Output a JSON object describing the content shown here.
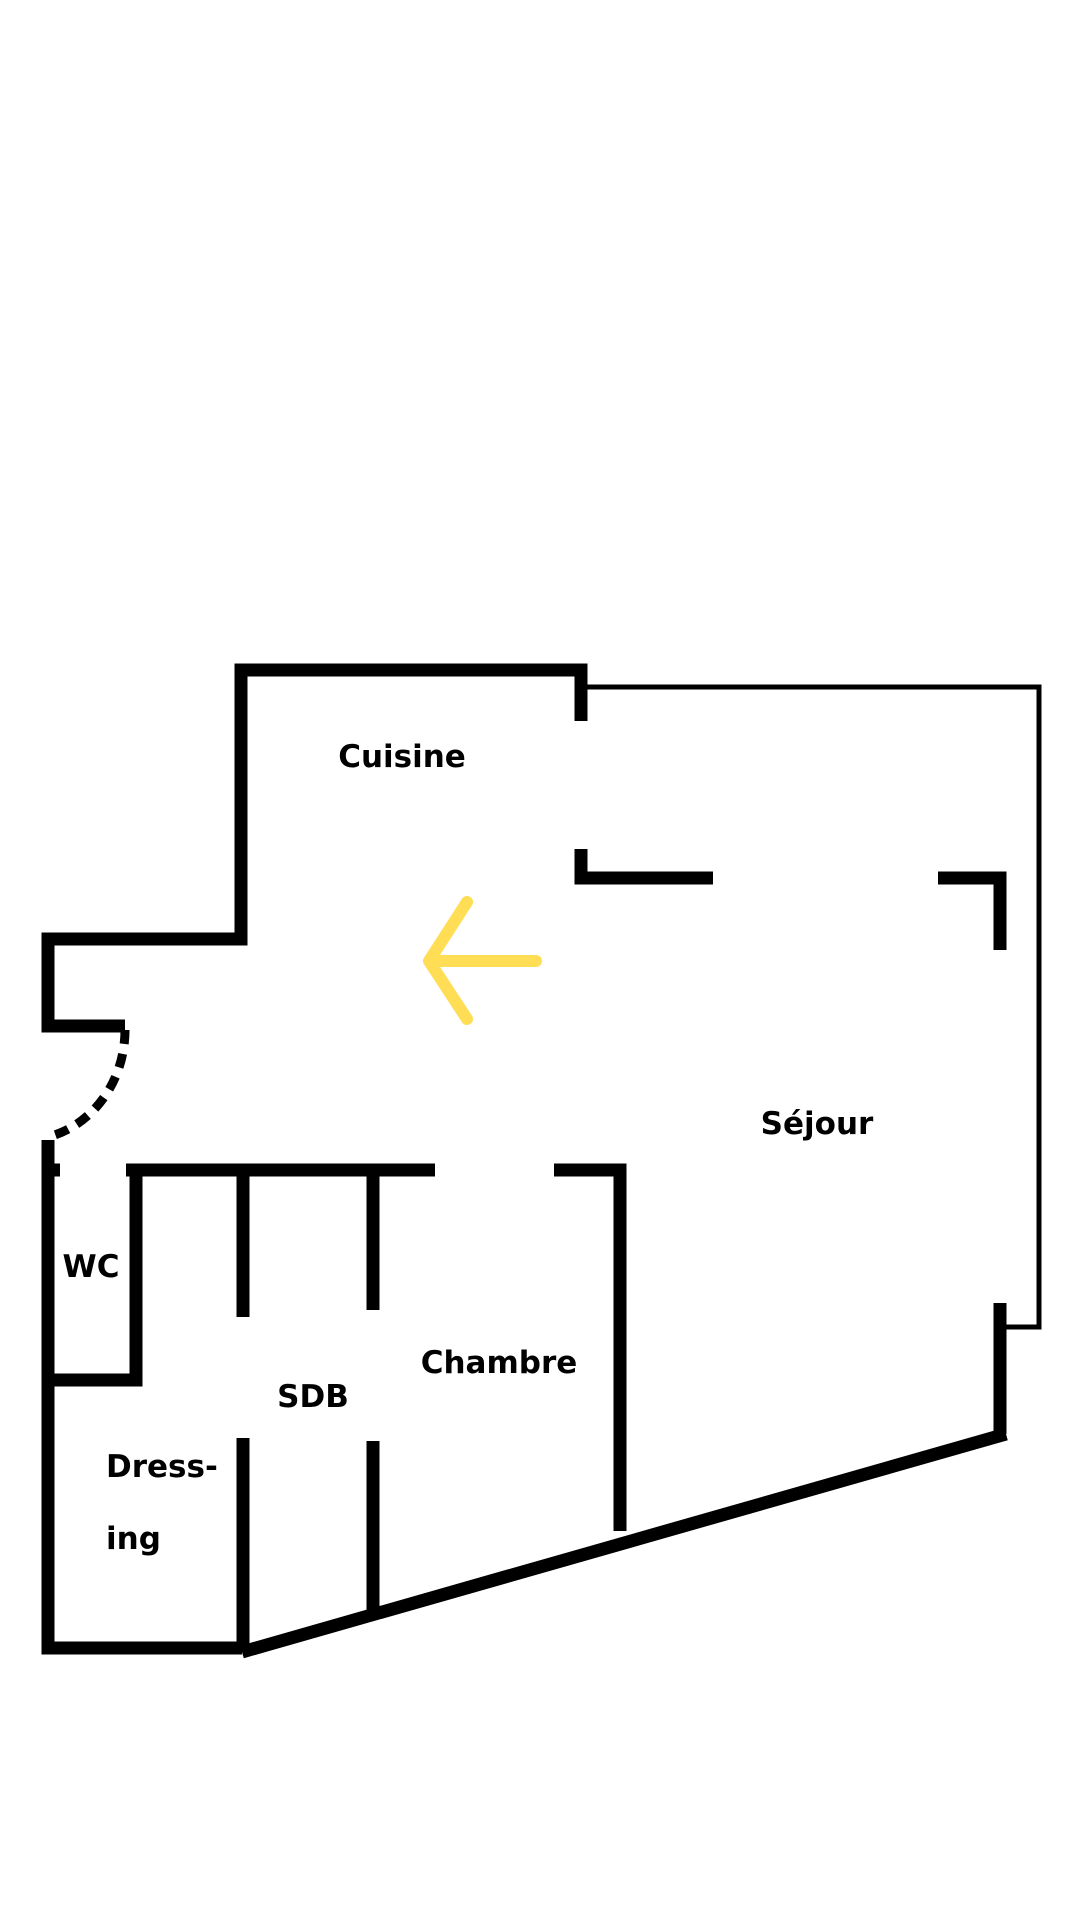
{
  "plan": {
    "rooms": {
      "cuisine": "Cuisine",
      "sejour": "Séjour",
      "wc": "WC",
      "sdb": "SDB",
      "chambre": "Chambre",
      "dressing_line1": "Dress-",
      "dressing_line2": "ing"
    },
    "colors": {
      "wall": "#000000",
      "arrow": "#FFDD55",
      "background": "#FFFFFF"
    },
    "icons": {
      "entrance_arrow": "arrow-left-icon",
      "door": "door-swing-arc"
    }
  }
}
